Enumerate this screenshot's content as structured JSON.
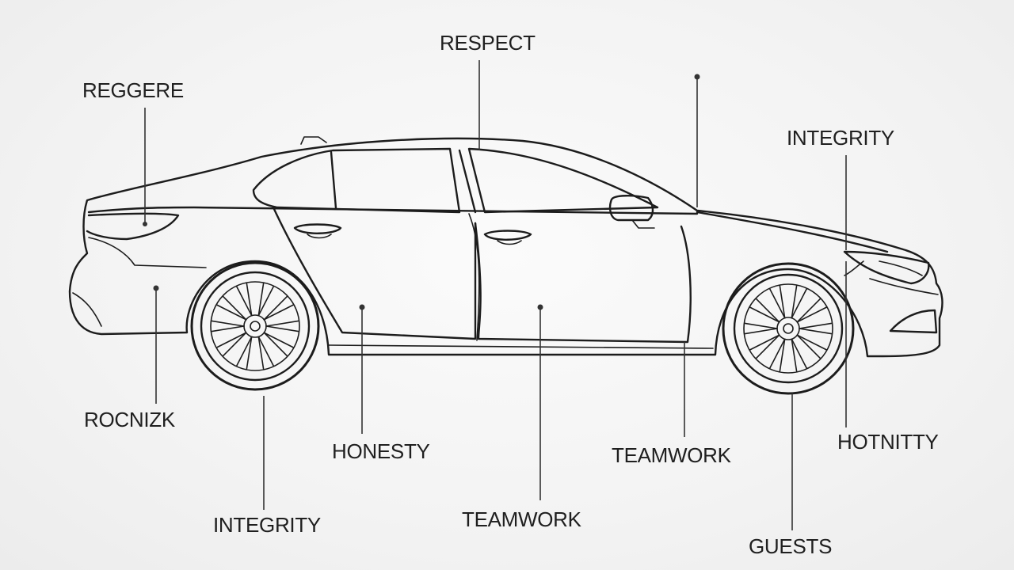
{
  "labels": {
    "reggere": "REGGERE",
    "respect": "RESPECT",
    "integrity_top": "INTEGRITY",
    "rocnizk": "ROCNIZK",
    "honesty": "HONESTY",
    "teamwork_center": "TEAMWORK",
    "teamwork_right": "TEAMWORK",
    "hotnitty": "HOTNITTY",
    "integrity_bottom": "INTEGRITY",
    "guests": "GUESTS"
  },
  "colors": {
    "line": "#1c1c1c",
    "text": "#1f1f1f",
    "background": "#f4f4f4"
  }
}
